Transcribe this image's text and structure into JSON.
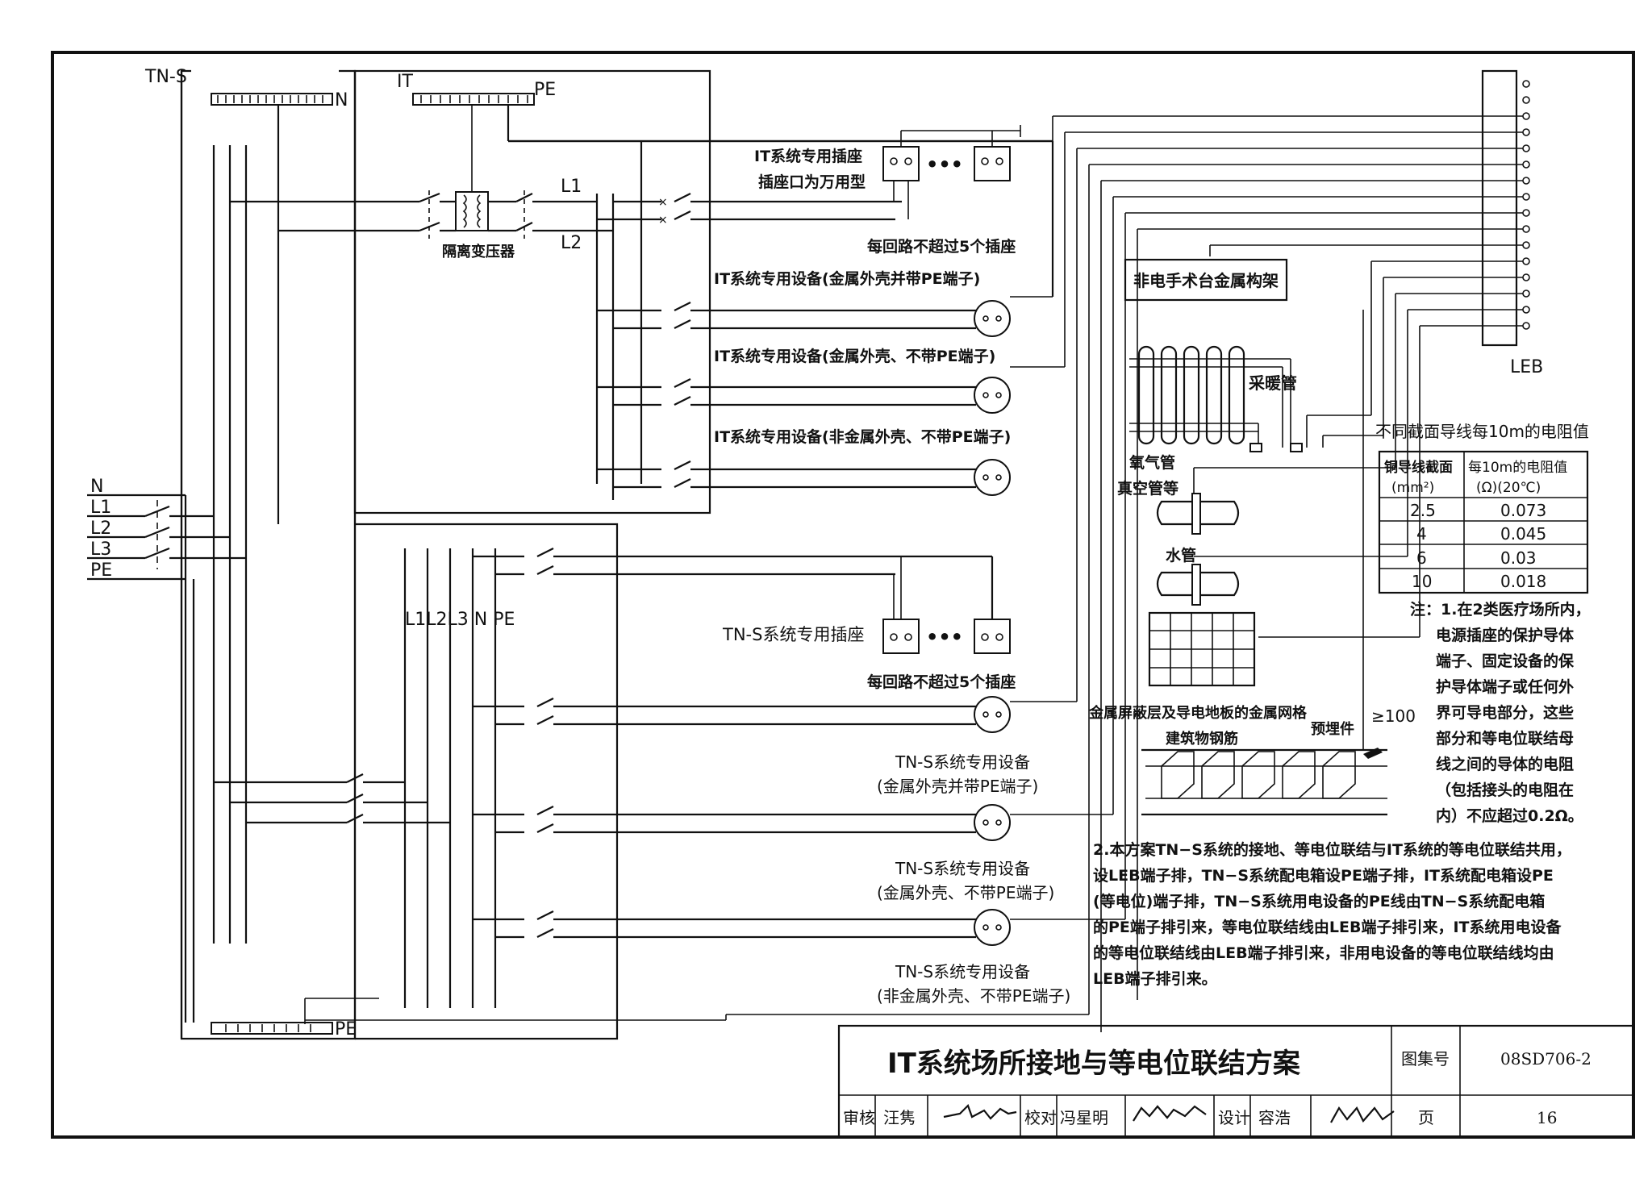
{
  "systems": {
    "tns_label": "TN-S",
    "it_label": "IT",
    "n_label": "N",
    "pe_label": "PE",
    "it_pe_label": "PE",
    "bottom_pe_label": "PE",
    "leb_label": "LEB"
  },
  "supply_lines": [
    "N",
    "L1",
    "L2",
    "L3",
    "PE"
  ],
  "it_panel": {
    "l1": "L1",
    "l2": "L2",
    "transformer": "隔离变压器",
    "socket_title_1": "IT系统专用插座",
    "socket_title_2": "插座口为万用型",
    "socket_note": "每回路不超过5个插座",
    "dev1": "IT系统专用设备(金属外壳并带PE端子)",
    "dev2": "IT系统专用设备(金属外壳、不带PE端子)",
    "dev3": "IT系统专用设备(非金属外壳、不带PE端子)"
  },
  "tns_panel": {
    "bus_labels": "L1L2L3 N PE",
    "socket_title": "TN-S系统专用插座",
    "socket_note": "每回路不超过5个插座",
    "dev1_a": "TN-S系统专用设备",
    "dev1_b": "(金属外壳并带PE端子)",
    "dev2_a": "TN-S系统专用设备",
    "dev2_b": "(金属外壳、不带PE端子)",
    "dev3_a": "TN-S系统专用设备",
    "dev3_b": "(非金属外壳、不带PE端子)"
  },
  "equipotential": {
    "frame_label": "非电手术台金属构架",
    "radiator": "采暖管",
    "oxygen": "氧气管",
    "vacuum": "真空管等",
    "water": "水管",
    "mesh": "金属屏蔽层及导电地板的金属网格",
    "rebar": "建筑物钢筋",
    "embedded": "预埋件",
    "min_dist": "≥100"
  },
  "resistance_table": {
    "title": "不同截面导线每10m的电阻值",
    "col1_a": "铜导线截面",
    "col1_b": "(mm²)",
    "col2_a": "每10m的电阻值",
    "col2_b": "(Ω)(20℃)",
    "rows": [
      {
        "section": "2.5",
        "value": "0.073"
      },
      {
        "section": "4",
        "value": "0.045"
      },
      {
        "section": "6",
        "value": "0.03"
      },
      {
        "section": "10",
        "value": "0.018"
      }
    ]
  },
  "notes": {
    "n1": [
      "注：1.在2类医疗场所内，",
      "电源插座的保护导体",
      "端子、固定设备的保",
      "护导体端子或任何外",
      "界可导电部分，这些",
      "部分和等电位联结母",
      "线之间的导体的电阻",
      "（包括接头的电阻在",
      "内）不应超过0.2Ω。"
    ],
    "n2": [
      "2.本方案TN−S系统的接地、等电位联结与IT系统的等电位联结共用，",
      "设LEB端子排，TN−S系统配电箱设PE端子排，IT系统配电箱设PE",
      "(等电位)端子排，TN−S系统用电设备的PE线由TN−S系统配电箱",
      "的PE端子排引来，等电位联结线由LEB端子排引来，IT系统用电设备",
      "的等电位联结线由LEB端子排引来，非用电设备的等电位联结线均由",
      "LEB端子排引来。"
    ]
  },
  "title_block": {
    "title": "IT系统场所接地与等电位联结方案",
    "atlas_label": "图集号",
    "atlas_no": "08SD706-2",
    "review_label": "审核",
    "reviewer": "汪隽",
    "check_label": "校对",
    "checker": "冯星明",
    "design_label": "设计",
    "designer": "容浩",
    "page_label": "页",
    "page_no": "16"
  }
}
